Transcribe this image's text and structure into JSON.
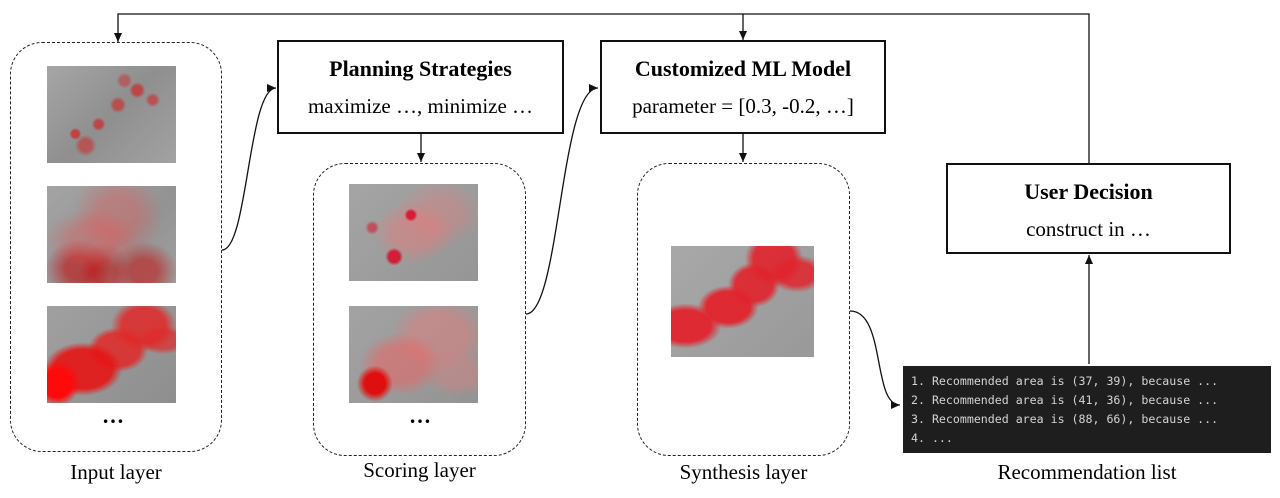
{
  "layers": {
    "input": {
      "caption": "Input layer",
      "ellipsis": "…"
    },
    "scoring": {
      "caption": "Scoring layer",
      "ellipsis": "…"
    },
    "synthesis": {
      "caption": "Synthesis layer"
    },
    "recommendation": {
      "caption": "Recommendation list"
    }
  },
  "planning": {
    "title": "Planning Strategies",
    "body": "maximize …, minimize …"
  },
  "model": {
    "title": "Customized ML Model",
    "body": "parameter = [0.3, -0.2, …]"
  },
  "decision": {
    "title": "User Decision",
    "body": "construct in …"
  },
  "terminal": {
    "lines": [
      "1. Recommended area is (37, 39), because ...",
      "2. Recommended area is (41, 36), because ...",
      "3. Recommended area is (88, 66), because ...",
      "4. ..."
    ]
  },
  "colors": {
    "heat": "#e02020",
    "terminal_bg": "#1e1e1e",
    "terminal_text": "#d4d4d4"
  }
}
